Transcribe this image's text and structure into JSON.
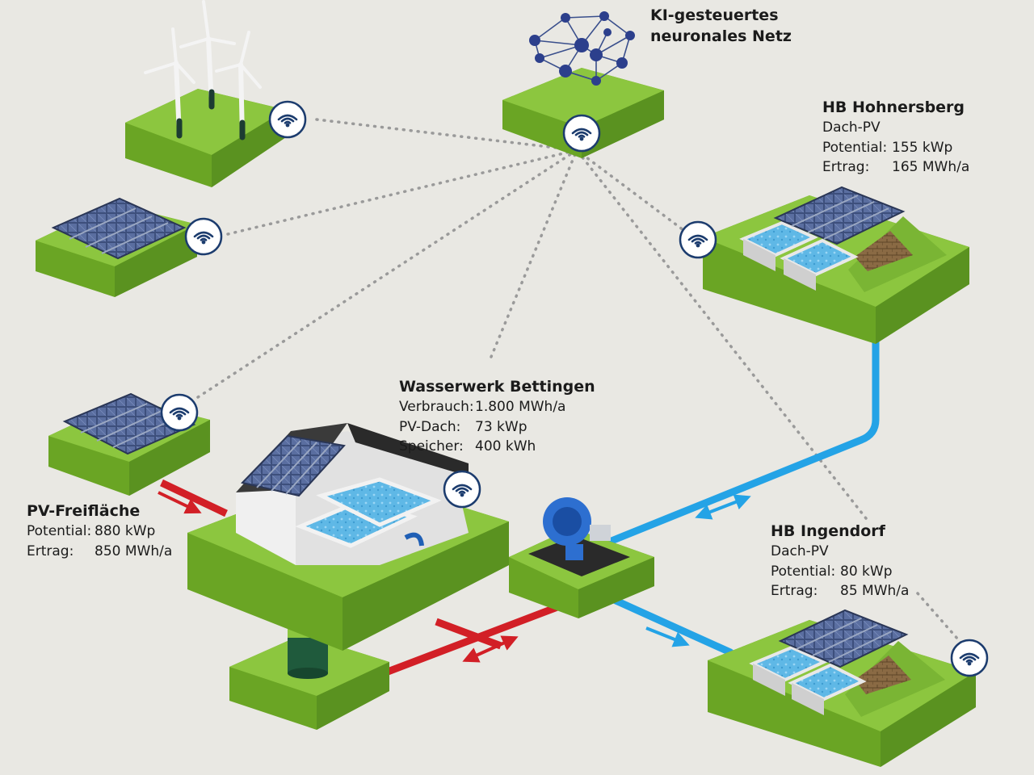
{
  "nodes": {
    "ki": {
      "title_line1": "KI-gesteuertes",
      "title_line2": "neuronales Netz"
    },
    "hb_hohnersberg": {
      "title": "HB Hohnersberg",
      "subtitle": "Dach-PV",
      "rows": [
        {
          "key": "Potential:",
          "value": "155 kWp"
        },
        {
          "key": "Ertrag:",
          "value": "165 MWh/a"
        }
      ]
    },
    "wasserwerk": {
      "title": "Wasserwerk Bettingen",
      "rows": [
        {
          "key": "Verbrauch:",
          "value": "1.800 MWh/a"
        },
        {
          "key": "PV-Dach:",
          "value": "73 kWp"
        },
        {
          "key": "Speicher:",
          "value": "400 kWh"
        }
      ]
    },
    "pv_freiflaeche": {
      "title": "PV-Freifläche",
      "rows": [
        {
          "key": "Potential:",
          "value": "880 kWp"
        },
        {
          "key": "Ertrag:",
          "value": "850 MWh/a"
        }
      ]
    },
    "hb_ingendorf": {
      "title": "HB Ingendorf",
      "subtitle": "Dach-PV",
      "rows": [
        {
          "key": "Potential:",
          "value": "80 kWp"
        },
        {
          "key": "Ertrag:",
          "value": "85 MWh/a"
        }
      ]
    }
  },
  "colors": {
    "grass_top": "#8cc63f",
    "grass_side": "#6aa524",
    "power_line": "#d21f26",
    "water_line": "#24a3e6",
    "data_link": "#9a9a9a",
    "wifi_badge": "#1c3c6e"
  },
  "icons": [
    "wifi-icon",
    "wind-turbine-icon",
    "solar-panel-icon",
    "neural-network-icon",
    "battery-icon",
    "pump-icon",
    "water-basin-icon"
  ]
}
